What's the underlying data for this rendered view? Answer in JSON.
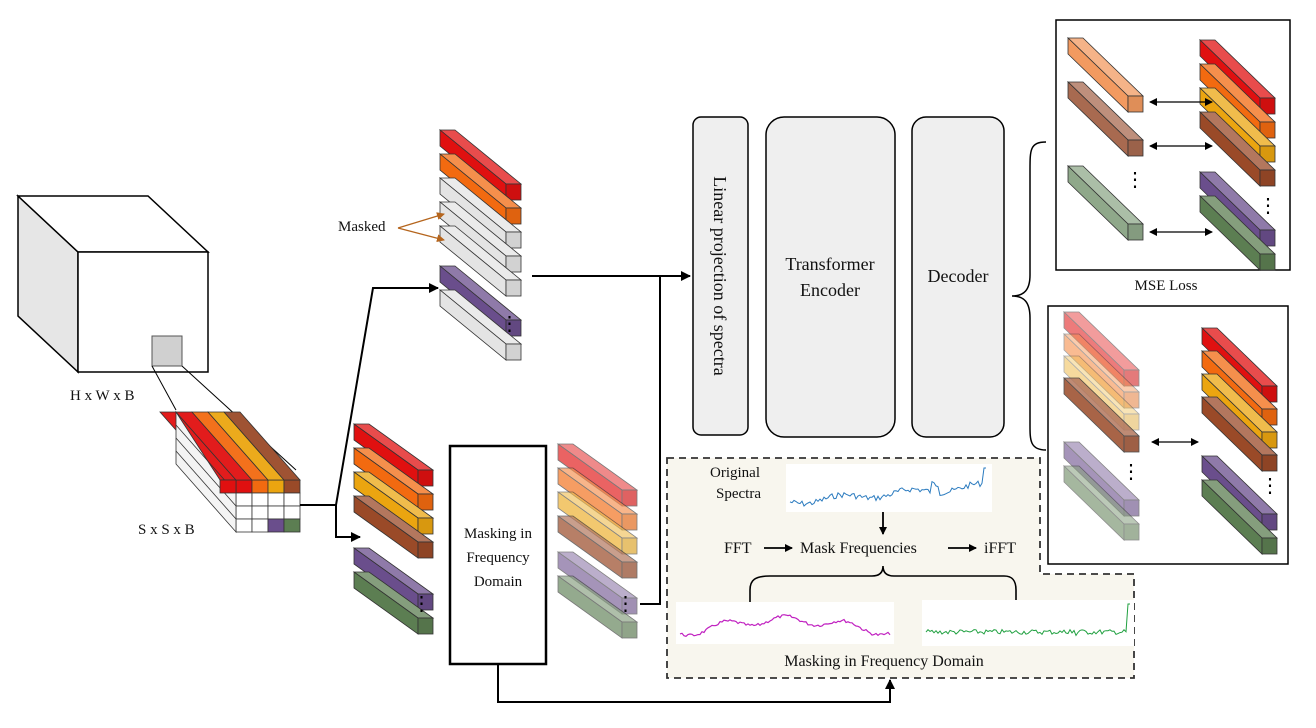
{
  "labels": {
    "cube_dims": "H x W x B",
    "patch_dims": "S x S x B",
    "masked": "Masked",
    "linear_projection": "Linear projection of spectra",
    "transformer_line1": "Transformer",
    "transformer_line2": "Encoder",
    "decoder": "Decoder",
    "mse_loss": "MSE Loss",
    "masking_box_line1": "Masking in",
    "masking_box_line2": "Frequency",
    "masking_box_line3": "Domain",
    "original_line1": "Original",
    "original_line2": "Spectra",
    "fft": "FFT",
    "mask_frequencies": "Mask Frequencies",
    "ifft": "iFFT",
    "freq_panel_caption": "Masking in Frequency Domain",
    "ellipsis": "⋮"
  },
  "colors": {
    "red": "#e01010",
    "orange": "#f26a10",
    "amber": "#eba510",
    "brown": "#9a4a28",
    "purple": "#6a4e8c",
    "green": "#5c7e52",
    "gray": "#e4e4e4",
    "panel_bg": "#f8f6ee",
    "box_bg": "#efefef",
    "arrow_brown": "#b5651d",
    "spectrum_blue": "#2b7bbf",
    "spectrum_magenta": "#c020c0",
    "spectrum_green": "#20a040"
  },
  "icons": {
    "arrows": "arrow-icon"
  }
}
